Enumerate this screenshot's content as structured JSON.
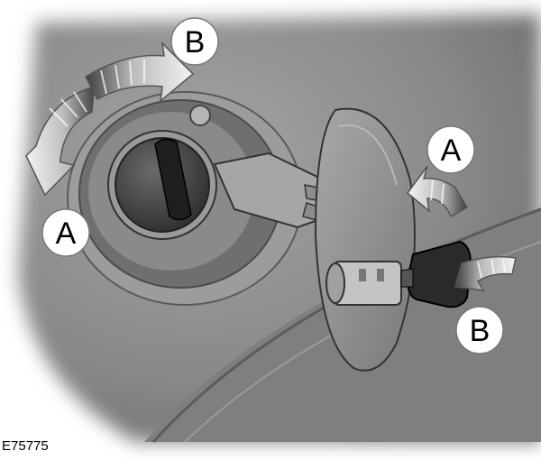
{
  "callouts": {
    "a_left": "A",
    "b_top": "B",
    "a_right": "A",
    "b_right": "B"
  },
  "figure_code": "E75775",
  "icons": {
    "arrow_style": "striped-gradient-arrow",
    "fuel_cap": "fuel-cap-icon",
    "key": "key-icon"
  },
  "colors": {
    "panel": "#8e8e8e",
    "panel_dark": "#5a5a5a",
    "arrow_dark": "#4a4a4a",
    "arrow_light": "#e6e6e6"
  }
}
